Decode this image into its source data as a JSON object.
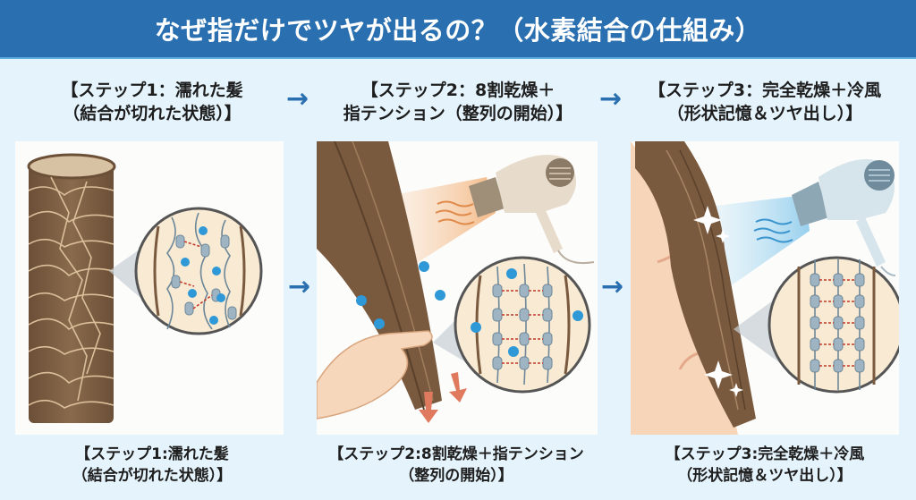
{
  "header": {
    "title": "なぜ指だけでツヤが出るの？（水素結合の仕組み）",
    "background_color": "#2a6fb0",
    "text_color": "#ffffff"
  },
  "steps": [
    {
      "top_label": [
        "【ステップ1：濡れた髪",
        "（結合が切れた状態）】"
      ],
      "caption": [
        "【ステップ1:濡れた髪",
        "（結合が切れた状態）】"
      ],
      "illustration": "wet-hair-strand-with-broken-bonds",
      "zoom_state": "disordered"
    },
    {
      "top_label": [
        "【ステップ2：8割乾燥＋",
        "指テンション（整列の開始）】"
      ],
      "caption": [
        "【ステップ2:8割乾燥＋指テンション",
        "（整列の開始）】"
      ],
      "illustration": "hair-dryer-warm-air-finger-tension",
      "zoom_state": "aligning",
      "air_color": "#f2b27a"
    },
    {
      "top_label": [
        "【ステップ3：完全乾燥＋冷風",
        "（形状記憶＆ツヤ出し）】"
      ],
      "caption": [
        "【ステップ3:完全乾燥＋冷風",
        "（形状記憶＆ツヤ出し）】"
      ],
      "illustration": "hair-dryer-cool-air-shine",
      "zoom_state": "aligned",
      "air_color": "#8ccbec"
    }
  ],
  "arrows": {
    "glyph": "→",
    "color": "#2a6fb0"
  },
  "colors": {
    "page_background": "#e4f3fc",
    "panel_background": "#fcfcfb",
    "hair_brown": "#7a5a3e",
    "keratin_chain": "#8fa6b6",
    "water_molecule": "#2f98d6",
    "hydrogen_bond": "#c0392b",
    "zoom_fill": "#f8ead3"
  }
}
